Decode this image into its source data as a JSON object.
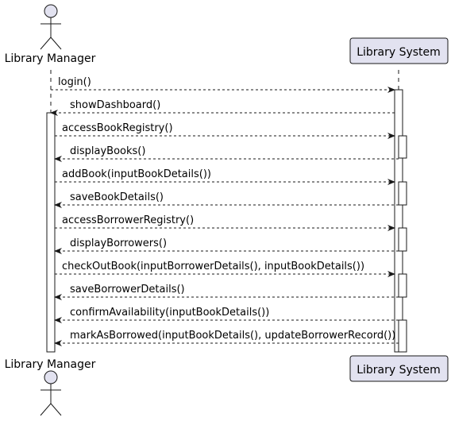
{
  "participants": {
    "actor": "Library Manager",
    "system": "Library System"
  },
  "messages": [
    {
      "text": "login()",
      "dir": "right"
    },
    {
      "text": "showDashboard()",
      "dir": "left"
    },
    {
      "text": "accessBookRegistry()",
      "dir": "right"
    },
    {
      "text": "displayBooks()",
      "dir": "left"
    },
    {
      "text": "addBook(inputBookDetails())",
      "dir": "right"
    },
    {
      "text": "saveBookDetails()",
      "dir": "left"
    },
    {
      "text": "accessBorrowerRegistry()",
      "dir": "right"
    },
    {
      "text": "displayBorrowers()",
      "dir": "left"
    },
    {
      "text": "checkOutBook(inputBorrowerDetails(), inputBookDetails())",
      "dir": "right"
    },
    {
      "text": "saveBorrowerDetails()",
      "dir": "left"
    },
    {
      "text": "confirmAvailability(inputBookDetails())",
      "dir": "left"
    },
    {
      "text": "markAsBorrowed(inputBookDetails(), updateBorrowerRecord())",
      "dir": "left"
    }
  ],
  "colors": {
    "participant_fill": "#e2e2f0",
    "participant_stroke": "#181818",
    "lifeline": "#181818",
    "activation_fill": "#ffffff"
  }
}
